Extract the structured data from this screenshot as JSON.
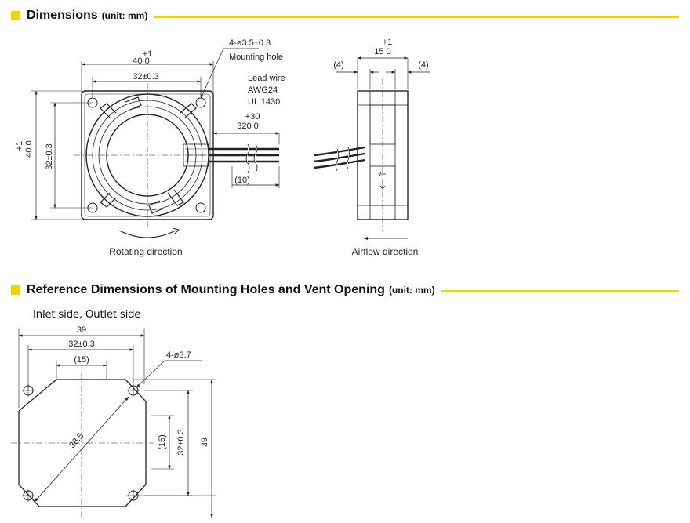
{
  "section1": {
    "title": "Dimensions",
    "unit": "(unit: mm)"
  },
  "section2": {
    "title": "Reference Dimensions of Mounting Holes and Vent Opening",
    "unit": "(unit: mm)"
  },
  "front_view": {
    "dim_width_tol": "+1",
    "dim_width": "40 0",
    "dim_pitch": "32±0.3",
    "dim_height_tol": "+1",
    "dim_height": "40 0",
    "dim_vpitch": "32±0.3",
    "hole_spec": "4-ø3.5±0.3",
    "hole_label": "Mounting hole",
    "lead_label_1": "Lead wire",
    "lead_label_2": "AWG24",
    "lead_label_3": "UL 1430",
    "lead_len_tol": "+30",
    "lead_len": "320 0",
    "strip_len": "(10)",
    "caption": "Rotating direction"
  },
  "side_view": {
    "depth_tol": "+1",
    "depth": "15 0",
    "left_offset": "(4)",
    "right_offset": "(4)",
    "caption": "Airflow direction"
  },
  "ref_view": {
    "subtitle": "Inlet side, Outlet side",
    "dim_overall": "39",
    "dim_pitch": "32±0.3",
    "dim_vent": "(15)",
    "hole_spec": "4-ø3.7",
    "diag": "38.5",
    "dim_vvent": "(15)",
    "dim_vpitch": "32±0.3",
    "dim_voverall": "39"
  }
}
